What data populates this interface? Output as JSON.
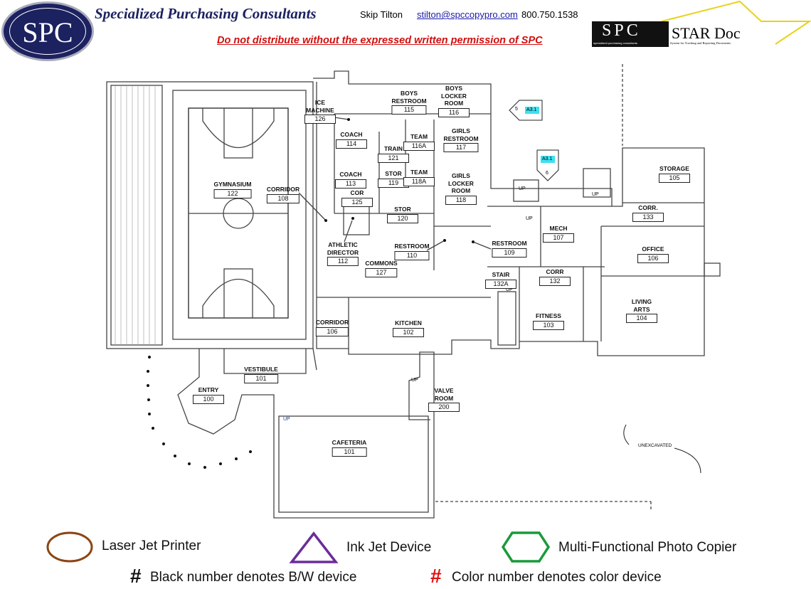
{
  "header": {
    "logo_text": "SPC",
    "company": "Specialized Purchasing Consultants",
    "contact_name": "Skip Tilton",
    "email": "stilton@spccopypro.com",
    "phone": "800.750.1538",
    "warning": "Do not distribute without the expressed written permission of SPC",
    "star_logo_spc": "SPC",
    "star_logo_title": "STAR Doc",
    "star_logo_sub1": "specialized purchasing consultants",
    "star_logo_sub2": "System for Tracking and Reporting Documents"
  },
  "rooms": [
    {
      "name": "ICE\nMACHINE",
      "number": "126"
    },
    {
      "name": "BOYS\nRESTROOM",
      "number": "115"
    },
    {
      "name": "BOYS\nLOCKER\nROOM",
      "number": "116"
    },
    {
      "name": "COACH",
      "number": "114"
    },
    {
      "name": "TEAM",
      "number": "116A"
    },
    {
      "name": "GIRLS\nRESTROOM",
      "number": "117"
    },
    {
      "name": "TRAIN",
      "number": "121"
    },
    {
      "name": "COACH",
      "number": "113"
    },
    {
      "name": "STOR",
      "number": "119"
    },
    {
      "name": "TEAM",
      "number": "118A"
    },
    {
      "name": "GIRLS\nLOCKER\nROOM",
      "number": "118"
    },
    {
      "name": "COR",
      "number": "125"
    },
    {
      "name": "STOR",
      "number": "120"
    },
    {
      "name": "ATHLETIC\nDIRECTOR",
      "number": "112"
    },
    {
      "name": "RESTROOM",
      "number": "110"
    },
    {
      "name": "COMMONS",
      "number": "127"
    },
    {
      "name": "RESTROOM",
      "number": "109"
    },
    {
      "name": "GYMNASIUM",
      "number": "122"
    },
    {
      "name": "CORRIDOR",
      "number": "108"
    },
    {
      "name": "STORAGE",
      "number": "105"
    },
    {
      "name": "CORR.",
      "number": "133"
    },
    {
      "name": "MECH",
      "number": "107"
    },
    {
      "name": "OFFICE",
      "number": "106"
    },
    {
      "name": "STAIR",
      "number": "132A"
    },
    {
      "name": "CORR",
      "number": "132"
    },
    {
      "name": "LIVING\nARTS",
      "number": "104"
    },
    {
      "name": "FITNESS",
      "number": "103"
    },
    {
      "name": "CORRIDOR",
      "number": "106"
    },
    {
      "name": "KITCHEN",
      "number": "102"
    },
    {
      "name": "VESTIBULE",
      "number": "101"
    },
    {
      "name": "ENTRY",
      "number": "100"
    },
    {
      "name": "VALVE\nROOM",
      "number": "200"
    },
    {
      "name": "CAFETERIA",
      "number": "101"
    }
  ],
  "annotations": {
    "unexcavated": "UNEXCAVATED",
    "up": "UP",
    "section_marker_1": {
      "num": "5",
      "ref": "A3.1"
    },
    "section_marker_2": {
      "num": "6",
      "ref": "A3.1"
    }
  },
  "legend": {
    "laser": "Laser Jet Printer",
    "inkjet": "Ink Jet Device",
    "mfp": "Multi-Functional Photo Copier",
    "hash": "#",
    "bw_note": "Black number denotes B/W device",
    "color_note": "Color number denotes color device",
    "colors": {
      "laser": "#8B4513",
      "inkjet": "#6a2c9a",
      "mfp": "#1a9a3a",
      "color_hash": "#e01010",
      "brand": "#1c2160"
    }
  }
}
